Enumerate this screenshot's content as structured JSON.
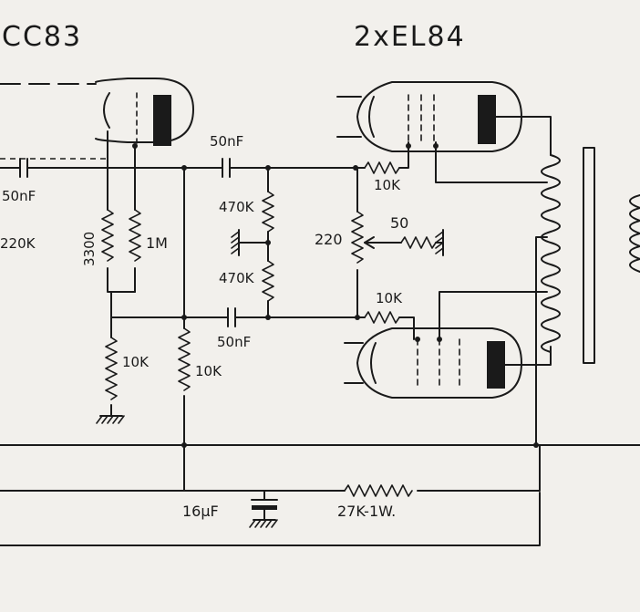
{
  "titles": {
    "tube_left": "CC83",
    "tube_right": "2xEL84"
  },
  "labels": {
    "c_input": "50nF",
    "r_input": "220K",
    "r_3300": "3300",
    "r_1m": "1M",
    "c_top": "50nF",
    "r_470k_top": "470K",
    "r_470k_bottom": "470K",
    "c_bottom": "50nF",
    "r_10k_left": "10K",
    "r_10k_mid": "10K",
    "r_10k_grid_top": "10K",
    "r_220": "220",
    "r_50": "50",
    "r_10k_grid_bottom": "10K",
    "c_16uf": "16µF",
    "r_27k": "27K-1W."
  }
}
